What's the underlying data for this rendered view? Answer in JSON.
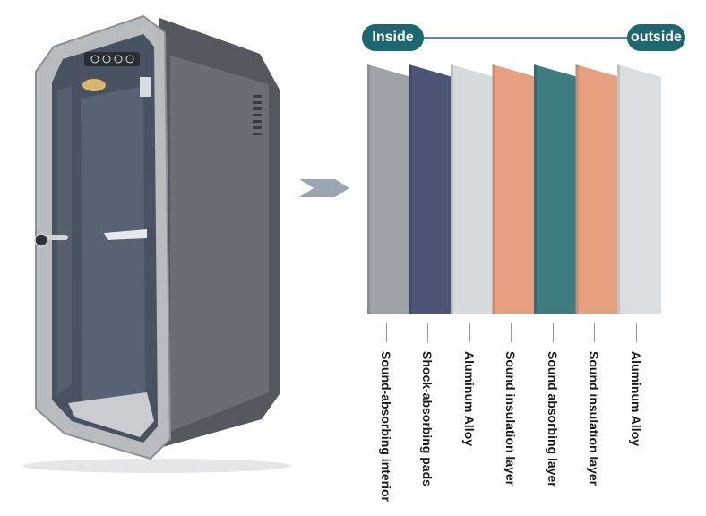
{
  "header": {
    "inside_label": "Inside",
    "outside_label": "outside",
    "accent_color": "#1f6770",
    "line_color": "#4f8f96"
  },
  "booth": {
    "panel_icons": [
      "power-icon",
      "fan-icon",
      "light-icon",
      "usb-icon"
    ]
  },
  "arrow": {
    "icon": "double-chevron-right-icon",
    "color": "#9aa6b2"
  },
  "layers": [
    {
      "label": "Sound-absorbing interior",
      "color": "#9ea3aa"
    },
    {
      "label": "Shock-absorbing pads",
      "color": "#4c5575"
    },
    {
      "label": "Aluminum Alloy",
      "color": "#d5dadd"
    },
    {
      "label": "Sound insulation layer",
      "color": "#e6a07f"
    },
    {
      "label": "Sound absorbing layer",
      "color": "#3e7c82"
    },
    {
      "label": "Sound insulation layer",
      "color": "#e6a07f"
    },
    {
      "label": "Aluminum Alloy",
      "color": "#d9dee1"
    }
  ]
}
